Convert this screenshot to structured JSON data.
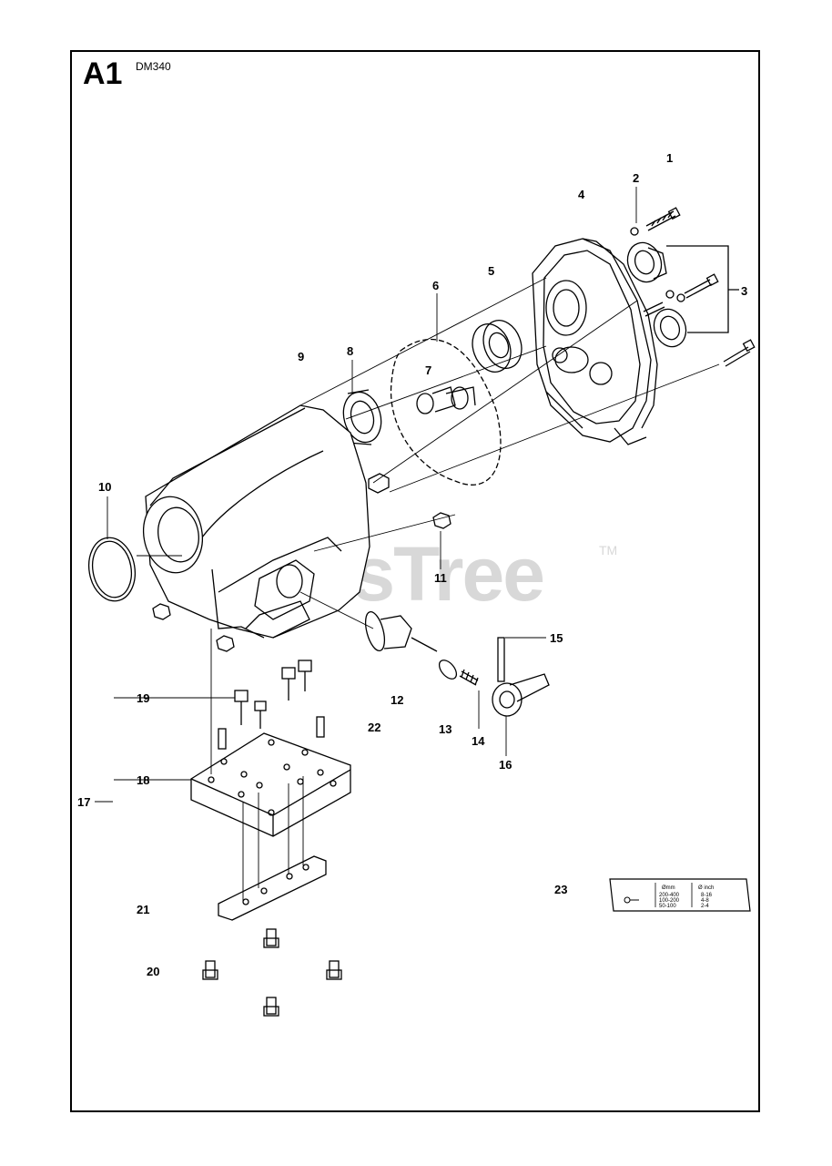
{
  "diagram": {
    "section": "A1",
    "model": "DM340",
    "watermark": "PartsTree",
    "watermark_mark": "TM"
  },
  "callouts": [
    {
      "id": "1",
      "label": "1"
    },
    {
      "id": "2",
      "label": "2"
    },
    {
      "id": "3",
      "label": "3"
    },
    {
      "id": "4",
      "label": "4"
    },
    {
      "id": "5",
      "label": "5"
    },
    {
      "id": "6",
      "label": "6"
    },
    {
      "id": "7",
      "label": "7"
    },
    {
      "id": "8",
      "label": "8"
    },
    {
      "id": "9",
      "label": "9"
    },
    {
      "id": "10",
      "label": "10"
    },
    {
      "id": "11",
      "label": "11"
    },
    {
      "id": "12",
      "label": "12"
    },
    {
      "id": "13",
      "label": "13"
    },
    {
      "id": "14",
      "label": "14"
    },
    {
      "id": "15",
      "label": "15"
    },
    {
      "id": "16",
      "label": "16"
    },
    {
      "id": "17",
      "label": "17"
    },
    {
      "id": "18",
      "label": "18"
    },
    {
      "id": "19",
      "label": "19"
    },
    {
      "id": "20",
      "label": "20"
    },
    {
      "id": "21",
      "label": "21"
    },
    {
      "id": "22",
      "label": "22"
    },
    {
      "id": "23",
      "label": "23"
    }
  ],
  "decal_table": {
    "headers": [
      "Ømm",
      "Ø inch"
    ],
    "rows": [
      [
        "200-400",
        "8-16"
      ],
      [
        "100-200",
        "4-8"
      ],
      [
        "50-100",
        "2-4"
      ]
    ]
  }
}
